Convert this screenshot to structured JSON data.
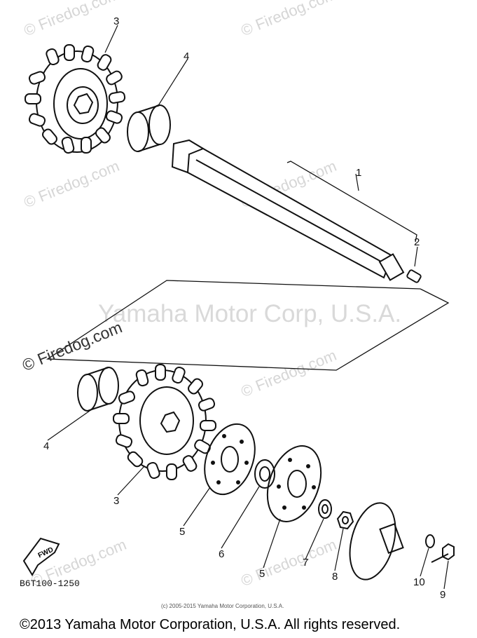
{
  "watermarks": {
    "small": "© Firedog.com",
    "big": "Yamaha Motor Corp, U.S.A.",
    "dark": "© Firedog.com"
  },
  "callouts": [
    {
      "id": "1",
      "label": "1"
    },
    {
      "id": "2",
      "label": "2"
    },
    {
      "id": "3a",
      "label": "3"
    },
    {
      "id": "3b",
      "label": "3"
    },
    {
      "id": "4a",
      "label": "4"
    },
    {
      "id": "4b",
      "label": "4"
    },
    {
      "id": "5a",
      "label": "5"
    },
    {
      "id": "5b",
      "label": "5"
    },
    {
      "id": "6",
      "label": "6"
    },
    {
      "id": "7",
      "label": "7"
    },
    {
      "id": "8",
      "label": "8"
    },
    {
      "id": "9",
      "label": "9"
    },
    {
      "id": "10",
      "label": "10"
    }
  ],
  "fwd_label": "FWD",
  "diagram_code": "B6T100-1250",
  "small_credit": "(c) 2005-2015 Yamaha Motor Corporation, U.S.A.",
  "copyright": "©2013 Yamaha Motor Corporation, U.S.A. All rights reserved."
}
